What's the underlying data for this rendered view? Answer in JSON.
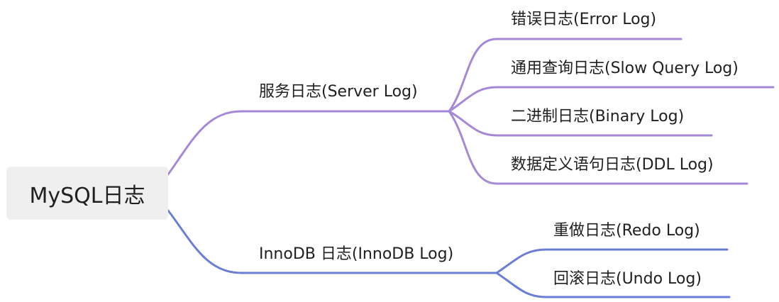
{
  "diagram": {
    "root": {
      "label": "MySQL日志"
    },
    "branches": [
      {
        "label": "服务日志(Server Log)",
        "color": "#a689d6",
        "children": [
          {
            "label": "错误日志(Error Log)"
          },
          {
            "label": "通用查询日志(Slow Query Log)"
          },
          {
            "label": "二进制日志(Binary Log)"
          },
          {
            "label": "数据定义语句日志(DDL Log)"
          }
        ]
      },
      {
        "label": "InnoDB 日志(InnoDB Log)",
        "color": "#6b7ed6",
        "children": [
          {
            "label": "重做日志(Redo Log)"
          },
          {
            "label": "回滚日志(Undo Log)"
          }
        ]
      }
    ]
  }
}
